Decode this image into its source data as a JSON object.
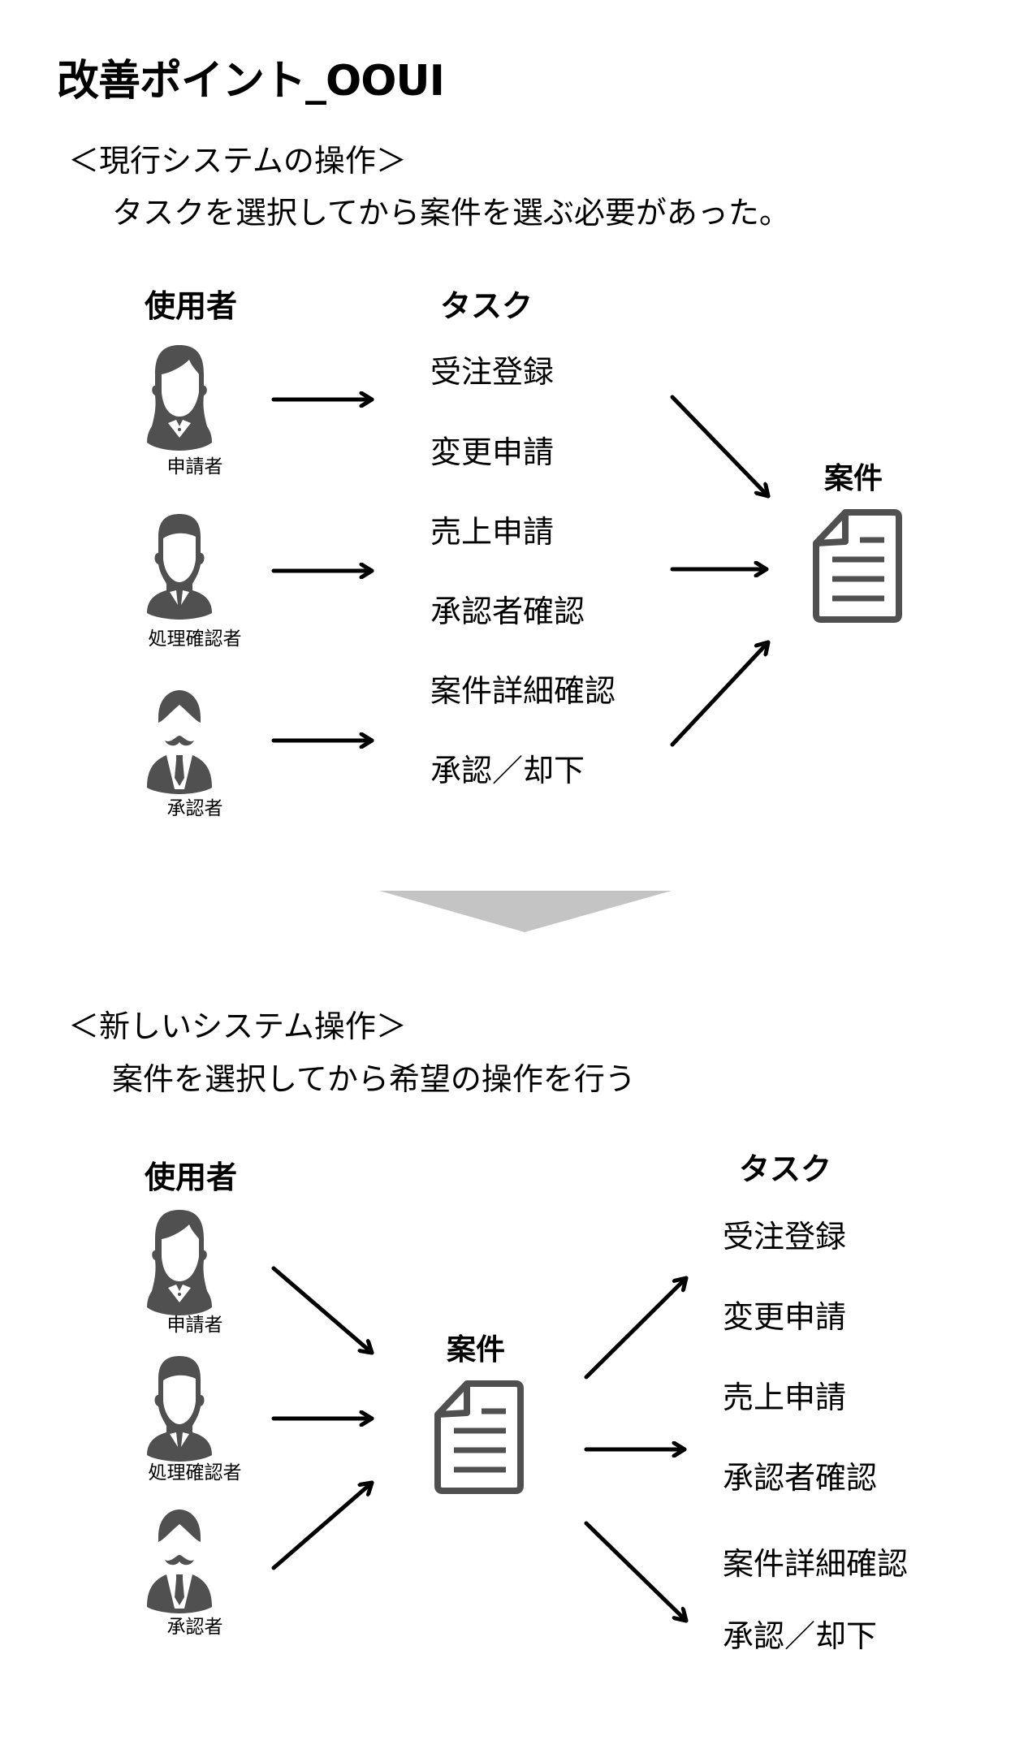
{
  "title": "改善ポイント_OOUI",
  "colors": {
    "icon": "#505050",
    "arrow": "#000000",
    "divider_triangle": "#C4C4C4"
  },
  "current": {
    "heading": "＜現行システムの操作＞",
    "description": "タスクを選択してから案件を選ぶ必要があった。",
    "users_header": "使用者",
    "tasks_header": "タスク",
    "case_label": "案件",
    "users": [
      {
        "label": "申請者",
        "icon": "female-user-icon"
      },
      {
        "label": "処理確認者",
        "icon": "male-user-icon"
      },
      {
        "label": "承認者",
        "icon": "mustache-user-icon"
      }
    ],
    "tasks": [
      "受注登録",
      "変更申請",
      "売上申請",
      "承認者確認",
      "案件詳細確認",
      "承認／却下"
    ]
  },
  "new": {
    "heading": "＜新しいシステム操作＞",
    "description": "案件を選択してから希望の操作を行う",
    "users_header": "使用者",
    "tasks_header": "タスク",
    "case_label": "案件",
    "users": [
      {
        "label": "申請者",
        "icon": "female-user-icon"
      },
      {
        "label": "処理確認者",
        "icon": "male-user-icon"
      },
      {
        "label": "承認者",
        "icon": "mustache-user-icon"
      }
    ],
    "tasks": [
      "受注登録",
      "変更申請",
      "売上申請",
      "承認者確認",
      "案件詳細確認",
      "承認／却下"
    ]
  }
}
